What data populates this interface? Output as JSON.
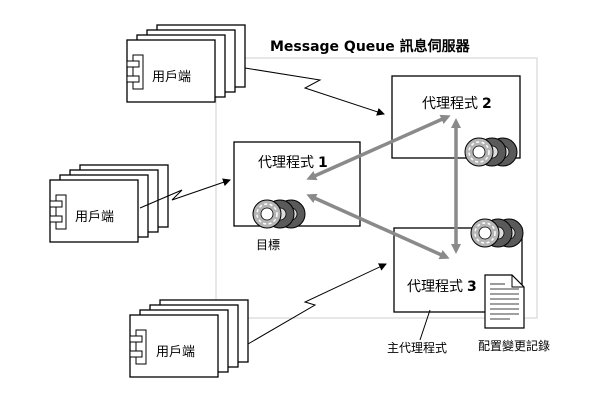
{
  "server": {
    "title": "Message Queue 訊息伺服器"
  },
  "agents": [
    {
      "label": "代理程式",
      "number": "1"
    },
    {
      "label": "代理程式",
      "number": "2"
    },
    {
      "label": "代理程式",
      "number": "3"
    }
  ],
  "clients": [
    {
      "label": "用戶端"
    },
    {
      "label": "用戶端"
    },
    {
      "label": "用戶端"
    }
  ],
  "labels": {
    "destination": "目標",
    "master_agent": "主代理程式",
    "config_change_log": "配置變更記錄"
  }
}
